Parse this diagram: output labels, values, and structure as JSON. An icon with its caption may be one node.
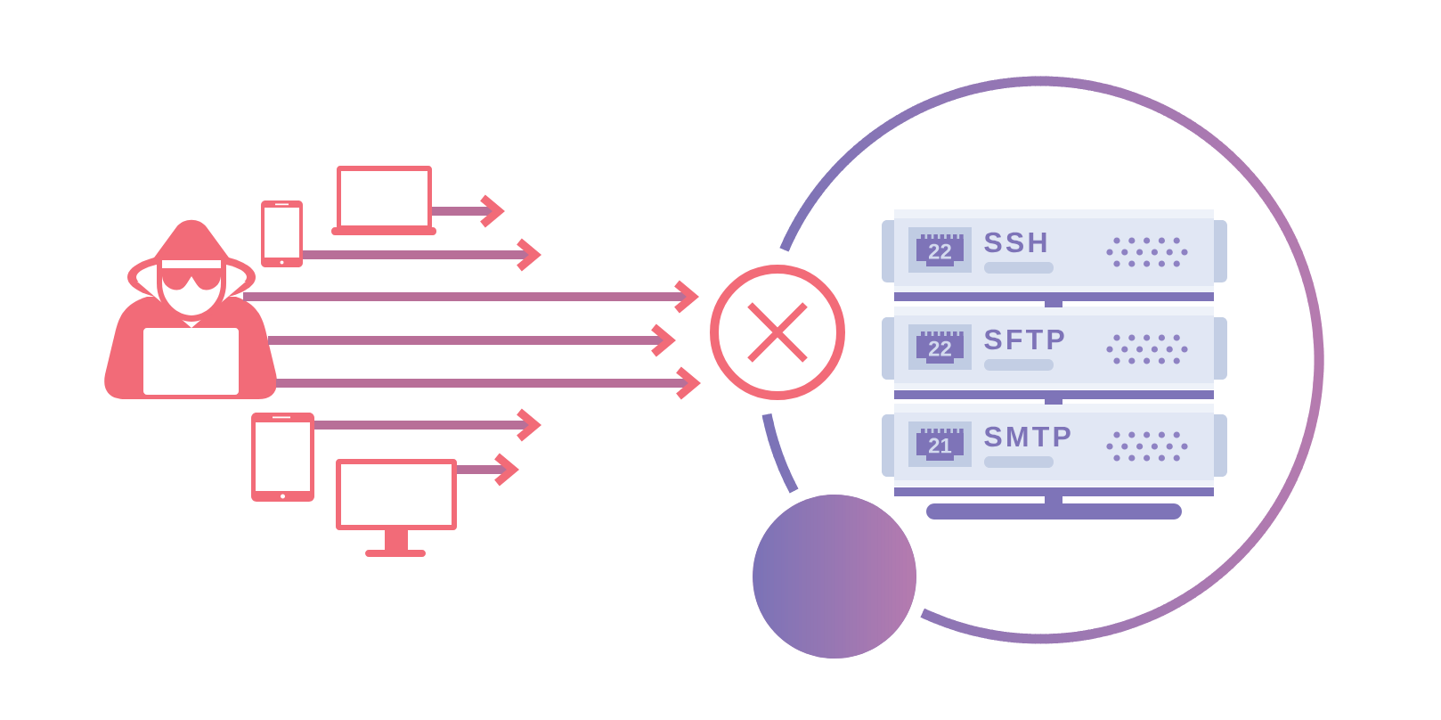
{
  "diagram": {
    "nodes": [
      {
        "text": [],
        "shape": "person"
      },
      {
        "text": [],
        "shape": "picture"
      },
      {
        "text": [],
        "shape": "picture"
      },
      {
        "text": [],
        "shape": "picture"
      },
      {
        "text": [],
        "shape": "picture"
      },
      {
        "text": [],
        "shape": "circle"
      },
      {
        "text": [
          "SSH"
        ]
      },
      {
        "text": [
          "22"
        ],
        "in": 6
      },
      {
        "text": [
          "SFTP"
        ]
      },
      {
        "text": [
          "22"
        ],
        "in": 8
      },
      {
        "text": [
          "SMTP"
        ]
      },
      {
        "text": [
          "21"
        ],
        "in": 10
      },
      {
        "text": [],
        "shape": "circle"
      }
    ],
    "edges": [
      {
        "from": 2,
        "to": null,
        "arrow": "to"
      },
      {
        "from": 1,
        "to": null,
        "arrow": "to"
      },
      {
        "from": 0,
        "to": 5,
        "arrow": "to"
      },
      {
        "from": 0,
        "to": 5,
        "arrow": "to"
      },
      {
        "from": 0,
        "to": 5,
        "arrow": "to"
      },
      {
        "from": 3,
        "to": null,
        "arrow": "to"
      },
      {
        "from": 4,
        "to": null,
        "arrow": "to"
      }
    ]
  }
}
